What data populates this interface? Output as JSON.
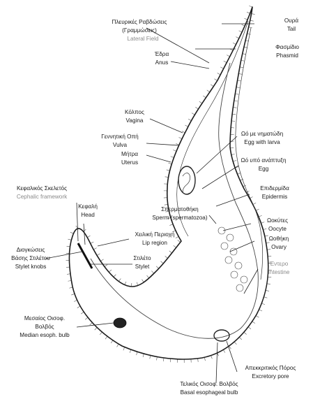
{
  "labels": {
    "lateral_field_gr_1": "Πλευρικές Ραβδώσεις",
    "lateral_field_gr_2": "(Γραμμώσεις)",
    "lateral_field_en": "Lateral Field",
    "tail_gr": "Ουρά",
    "tail_en": "Tail",
    "anus_gr": "Έδρα",
    "anus_en": "Anus",
    "phasmid_gr": "Φασμίδιο",
    "phasmid_en": "Phasmid",
    "vagina_gr": "Κόλπος",
    "vagina_en": "Vagina",
    "vulva_gr": "Γεννητική Οπή",
    "vulva_en": "Vulva",
    "uterus_gr": "Μήτρα",
    "uterus_en": "Uterus",
    "egg_larva_gr": "Ωό με νηματώδη",
    "egg_larva_en": "Egg with larva",
    "egg_gr": "Ωό υπό ανάπτυξη",
    "egg_en": "Egg",
    "epidermis_gr": "Επιδερμίδα",
    "epidermis_en": "Epidermis",
    "cephalic_gr": "Κεφαλικός Σκελετός",
    "cephalic_en": "Cephalic framework",
    "head_gr": "Κεφαλή",
    "head_en": "Head",
    "sperm_gr": "Σπερματοθήκη",
    "sperm_en": "Sperm (spermatozoa)",
    "lip_gr": "Χειλική Περιοχή",
    "lip_en": "Lip region",
    "oocyte_gr": "Ωοκύτες",
    "oocyte_en": "Oocyte",
    "ovary_gr": "Ωοθήκη",
    "ovary_en": "Ovary",
    "knobs_gr_1": "Διογκώσεις",
    "knobs_gr_2": "Βάσης Στιλέτου",
    "knobs_en": "Stylet knobs",
    "stylet_gr": "Στιλέτο",
    "stylet_en": "Stylet",
    "intestine_gr": "Έντερο",
    "intestine_en": "Intestine",
    "median_gr_1": "Μεσαίος Οισοφ.",
    "median_gr_2": "Βολβός",
    "median_en": "Median esoph. bulb",
    "excretory_gr": "Απεκκριτικός Πόρος",
    "excretory_en": "Excretory pore",
    "basal_gr": "Τελικός Οισοφ. Βολβός",
    "basal_en": "Basal esophageal bulb"
  },
  "colors": {
    "ink": "#1a1a1a",
    "faded": "#8a8a8a",
    "background": "#ffffff"
  }
}
